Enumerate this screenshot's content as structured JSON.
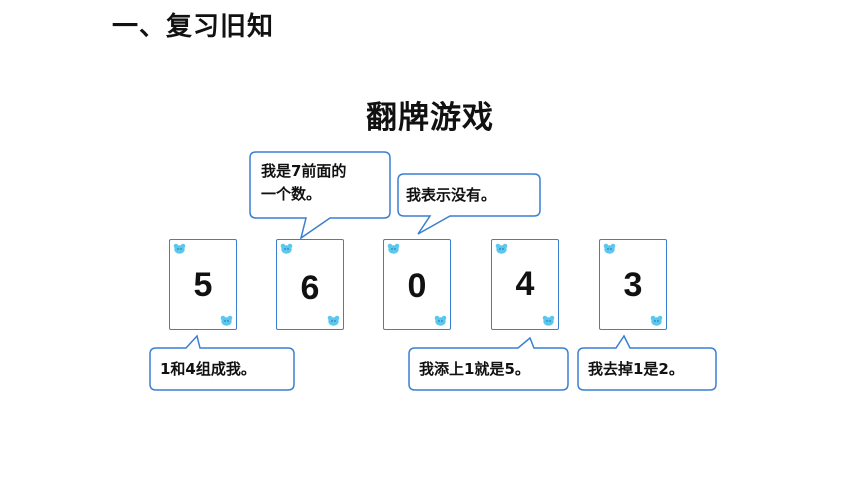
{
  "header": {
    "title": "一、复习旧知"
  },
  "game": {
    "title": "翻牌游戏"
  },
  "cards": [
    {
      "digit": "5"
    },
    {
      "digit": "6"
    },
    {
      "digit": "0"
    },
    {
      "digit": "4"
    },
    {
      "digit": "3"
    }
  ],
  "bubbles": {
    "six": {
      "line1": "我是7前面的",
      "line2": "一个数。"
    },
    "zero": {
      "text": "我表示没有。"
    },
    "five": {
      "text": "1和4组成我。"
    },
    "four": {
      "text": "我添上1就是5。"
    },
    "three": {
      "text": "我去掉1是2。"
    }
  },
  "colors": {
    "border": "#3a7fd0",
    "icon": "#5ac8ee"
  },
  "icons": {
    "card_corner": "bear-face-icon"
  }
}
